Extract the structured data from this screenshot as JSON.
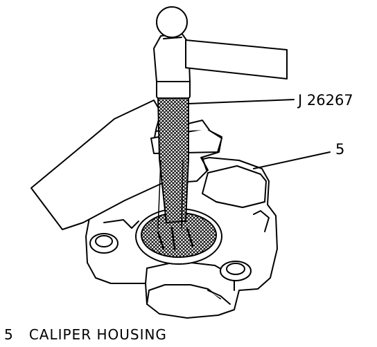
{
  "callouts": {
    "tool": "J 26267",
    "housing_number": "5"
  },
  "legend": {
    "number": "5",
    "text": "CALIPER HOUSING"
  }
}
